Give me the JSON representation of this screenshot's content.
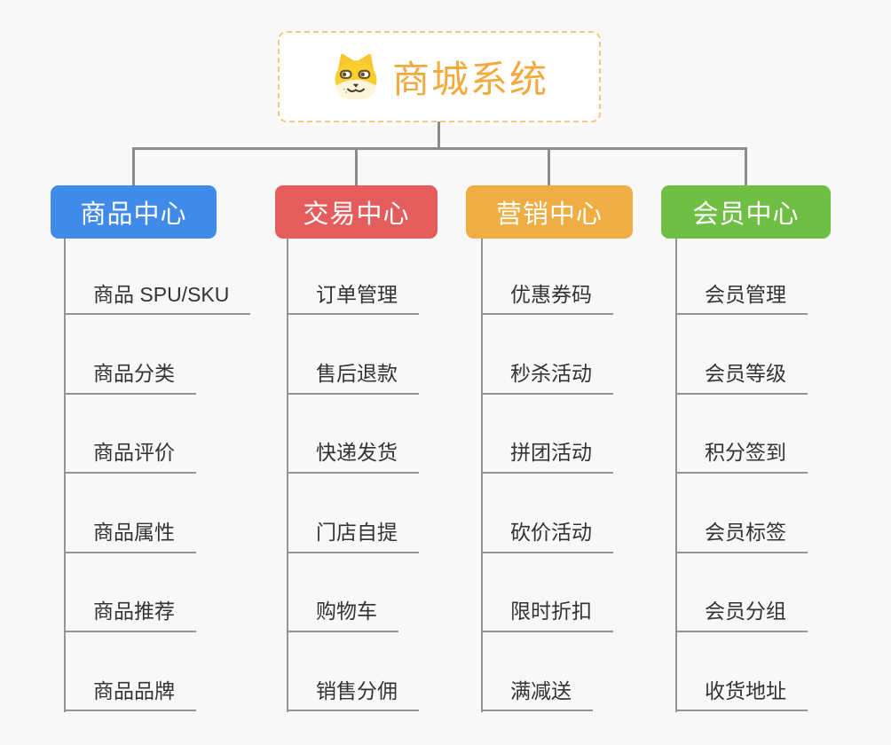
{
  "canvas": {
    "background": "#f8f8f8"
  },
  "root": {
    "title": "商城系统",
    "icon": "dog-face-icon",
    "text_color": "#f2a93d",
    "border_color": "#f3c87f"
  },
  "branches": [
    {
      "label": "商品中心",
      "color": "#418be8",
      "children": [
        "商品 SPU/SKU",
        "商品分类",
        "商品评价",
        "商品属性",
        "商品推荐",
        "商品品牌"
      ]
    },
    {
      "label": "交易中心",
      "color": "#e55c5c",
      "children": [
        "订单管理",
        "售后退款",
        "快递发货",
        "门店自提",
        "购物车",
        "销售分佣"
      ]
    },
    {
      "label": "营销中心",
      "color": "#efad43",
      "children": [
        "优惠券码",
        "秒杀活动",
        "拼团活动",
        "砍价活动",
        "限时折扣",
        "满减送"
      ]
    },
    {
      "label": "会员中心",
      "color": "#6fbf44",
      "children": [
        "会员管理",
        "会员等级",
        "积分签到",
        "会员标签",
        "会员分组",
        "收货地址"
      ]
    }
  ]
}
